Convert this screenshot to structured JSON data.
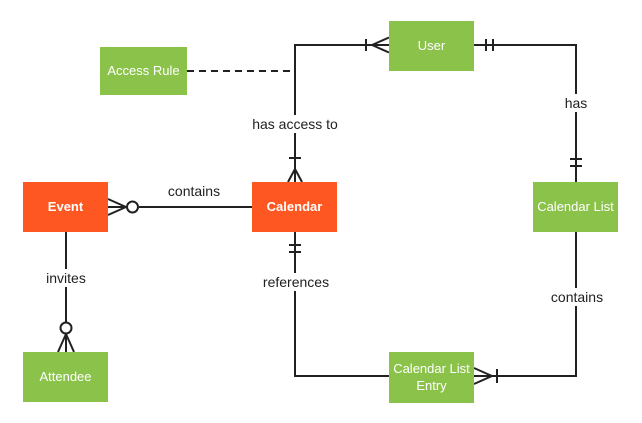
{
  "colors": {
    "entity_primary": "#ff5722",
    "entity_secondary": "#8bc34a",
    "line": "#212121",
    "entity_text": "#ffffff",
    "label_text": "#212121",
    "background": "#ffffff"
  },
  "diagram": {
    "type": "entity-relationship-diagram",
    "notation": "crows-foot",
    "entities": {
      "access_rule": {
        "label": "Access Rule",
        "style": "secondary"
      },
      "user": {
        "label": "User",
        "style": "secondary"
      },
      "event": {
        "label": "Event",
        "style": "primary"
      },
      "calendar": {
        "label": "Calendar",
        "style": "primary"
      },
      "calendar_list": {
        "label": "Calendar List",
        "style": "secondary"
      },
      "attendee": {
        "label": "Attendee",
        "style": "secondary"
      },
      "calendar_list_entry": {
        "label": "Calendar List Entry",
        "style": "secondary"
      }
    },
    "relationships": {
      "event_contains_calendar": {
        "label": "contains",
        "from": "Event",
        "to": "Calendar",
        "from_notation": "zero-or-many (crows-foot + circle)",
        "to_notation": "plain",
        "line_style": "solid"
      },
      "calendar_has_access_to_user": {
        "label": "has access to",
        "from": "Calendar",
        "to": "User",
        "from_notation": "one-or-many (tick + crows-foot)",
        "to_notation": "one-or-many (tick + crows-foot)",
        "line_style": "solid"
      },
      "user_has_calendar_list": {
        "label": "has",
        "from": "User",
        "to": "Calendar List",
        "from_notation": "one-and-only-one (double tick)",
        "to_notation": "one-and-only-one (double tick)",
        "line_style": "solid"
      },
      "calendar_list_contains_entry": {
        "label": "contains",
        "from": "Calendar List",
        "to": "Calendar List Entry",
        "from_notation": "plain",
        "to_notation": "one-or-many (crows-foot + tick)",
        "line_style": "solid"
      },
      "calendar_references_entry": {
        "label": "references",
        "from": "Calendar",
        "to": "Calendar List Entry",
        "from_notation": "one-and-only-one (double tick)",
        "to_notation": "plain",
        "line_style": "solid"
      },
      "event_invites_attendee": {
        "label": "invites",
        "from": "Event",
        "to": "Attendee",
        "from_notation": "plain",
        "to_notation": "zero-or-many (circle + crows-foot)",
        "line_style": "solid"
      },
      "access_rule_attachment": {
        "label": "",
        "from": "Access Rule",
        "to": "has access to connector",
        "from_notation": "plain",
        "to_notation": "plain",
        "line_style": "dashed"
      }
    }
  }
}
